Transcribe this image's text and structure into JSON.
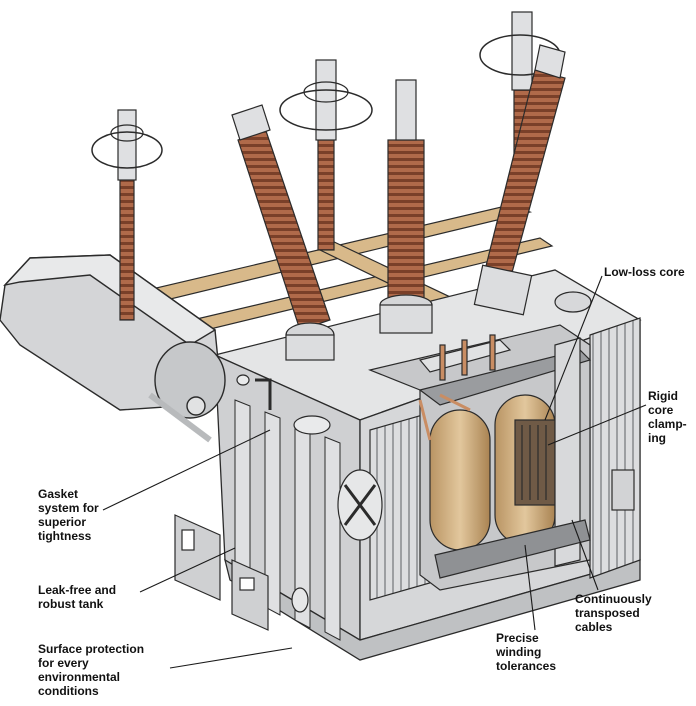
{
  "labels": {
    "low_loss_core": "Low-loss core",
    "rigid_core_clamping": "Rigid\ncore\nclamp-\ning",
    "gasket_system": "Gasket\nsystem for\nsuperior\ntightness",
    "leak_free_tank": "Leak-free and\nrobust tank",
    "surface_protection": "Surface protection\nfor every\nenvironmental\nconditions",
    "transposed_cables": "Continuously\ntransposed\ncables",
    "precise_winding": "Precise\nwinding\ntolerances"
  },
  "colors": {
    "steel": "#d9dadb",
    "steel_dark": "#a9abad",
    "outline": "#2b2b2b",
    "bushing": "#b06a4a",
    "bushing_dark": "#7a4029",
    "frame": "#d8b98a",
    "winding": "#c9a97a",
    "copper": "#c98d63"
  }
}
